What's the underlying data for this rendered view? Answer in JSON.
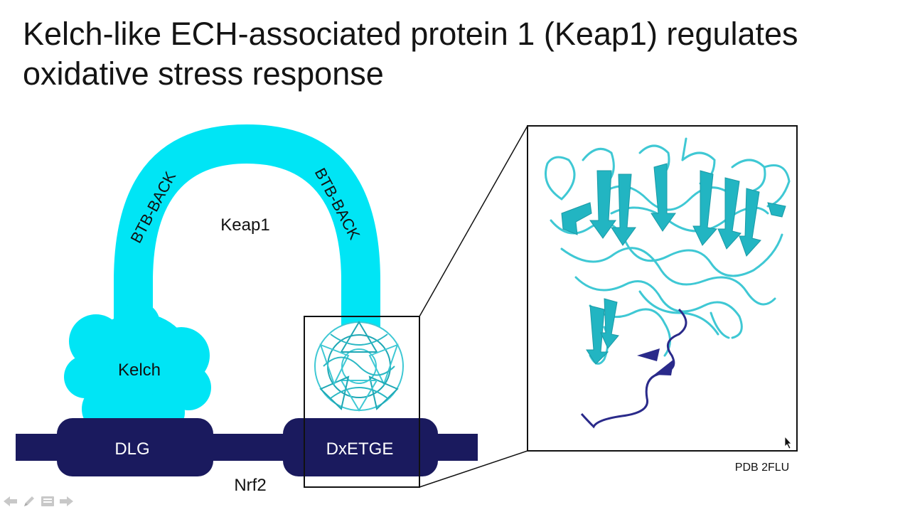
{
  "slide": {
    "title_line1": "Kelch-like ECH-associated protein 1 (Keap1) regulates",
    "title_line2": "oxidative stress response"
  },
  "diagram": {
    "keap1_label": "Keap1",
    "btb_back_left": "BTB-BACK",
    "btb_back_right": "BTB-BACK",
    "kelch_label": "Kelch",
    "dlg_label": "DLG",
    "dxetge_label": "DxETGE",
    "nrf2_label": "Nrf2",
    "pdb_label": "PDB 2FLU"
  },
  "colors": {
    "keap1_cyan": "#00e5f5",
    "nrf2_navy": "#1a1a5e",
    "structure_teal": "#3fc8d4",
    "peptide_indigo": "#2a2a8a"
  },
  "icons": [
    "arrow-left-icon",
    "pen-icon",
    "menu-icon",
    "arrow-right-icon"
  ]
}
